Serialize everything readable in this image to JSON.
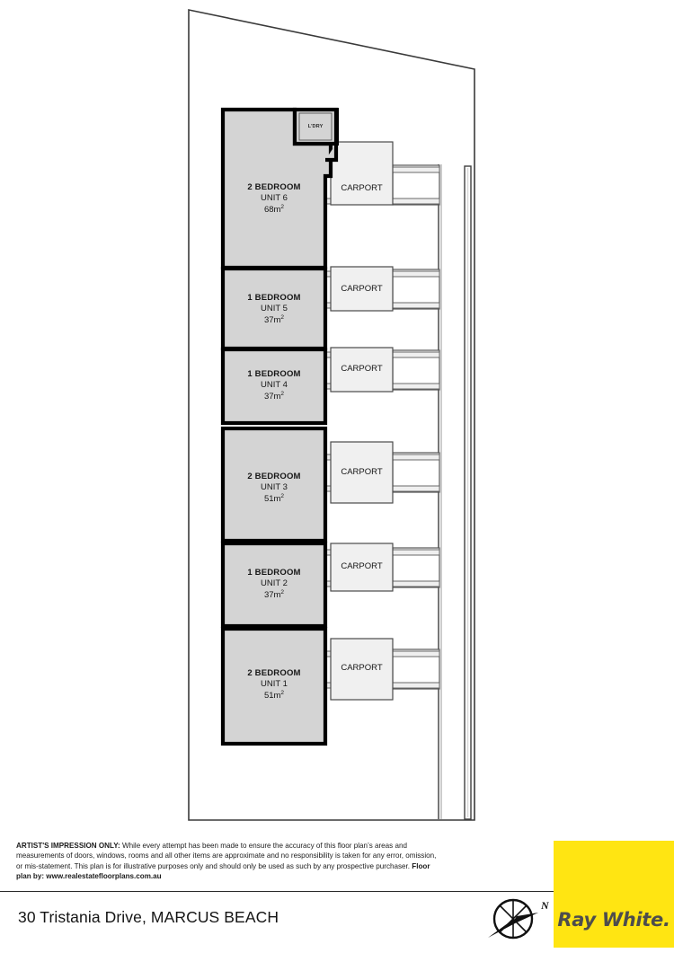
{
  "site": {
    "boundary_color": "#3a3a3a",
    "unit_fill": "#d4d4d4",
    "carport_fill": "#f0f0f0",
    "bay_fill": "#ffffff",
    "wall_color": "#000000"
  },
  "plan": {
    "units": [
      {
        "type": "2 BEDROOM",
        "id": "UNIT 6",
        "area": "68m",
        "area_unit": "2",
        "carport": "CARPORT",
        "extra_room": "L'DRY"
      },
      {
        "type": "1 BEDROOM",
        "id": "UNIT 5",
        "area": "37m",
        "area_unit": "2",
        "carport": "CARPORT"
      },
      {
        "type": "1 BEDROOM",
        "id": "UNIT 4",
        "area": "37m",
        "area_unit": "2",
        "carport": "CARPORT"
      },
      {
        "type": "2 BEDROOM",
        "id": "UNIT 3",
        "area": "51m",
        "area_unit": "2",
        "carport": "CARPORT"
      },
      {
        "type": "1 BEDROOM",
        "id": "UNIT 2",
        "area": "37m",
        "area_unit": "2",
        "carport": "CARPORT"
      },
      {
        "type": "2 BEDROOM",
        "id": "UNIT 1",
        "area": "51m",
        "area_unit": "2",
        "carport": "CARPORT"
      }
    ]
  },
  "footer": {
    "disclaimer_heading": "ARTIST'S IMPRESSION ONLY:",
    "disclaimer_body": " While every attempt has been made to ensure the accuracy of this floor plan’s areas and measurements of doors, windows, rooms and all other items are approximate and no responsibility is taken for any error, omission, or mis-statement. This plan is for illustrative purposes only and should only be used as such by any prospective purchaser. ",
    "disclaimer_credit": "Floor plan by: www.realestatefloorplans.com.au",
    "address": "30 Tristania Drive, MARCUS BEACH",
    "compass_label": "N",
    "logo_text": "Ray White.",
    "logo_bg": "#ffe512",
    "logo_fg": "#4d4d4d"
  }
}
